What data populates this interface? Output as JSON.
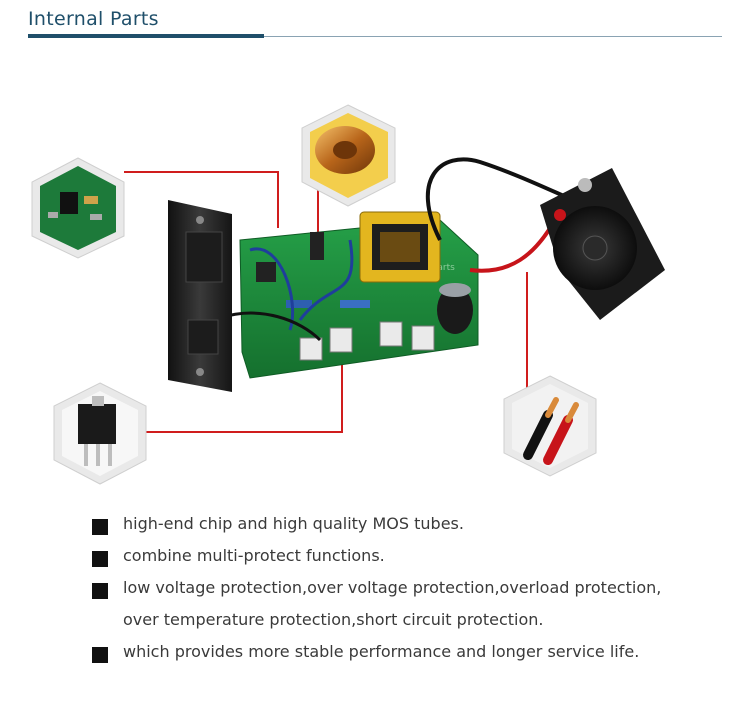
{
  "header": {
    "title": "Internal Parts"
  },
  "figure": {
    "watermark": "Fabrication Parts"
  },
  "features": [
    {
      "text": "high-end chip and high quality MOS tubes."
    },
    {
      "text": "combine multi-protect functions."
    },
    {
      "text": "low voltage protection,over voltage protection,overload protection,",
      "continuation": "over temperature protection,short circuit protection."
    },
    {
      "text": "which provides more stable performance and longer service life."
    }
  ],
  "colors": {
    "header": "#1f4f6a",
    "callout_line": "#d01d1d",
    "pcb": "#1e8a3c",
    "bullet": "#111111"
  }
}
